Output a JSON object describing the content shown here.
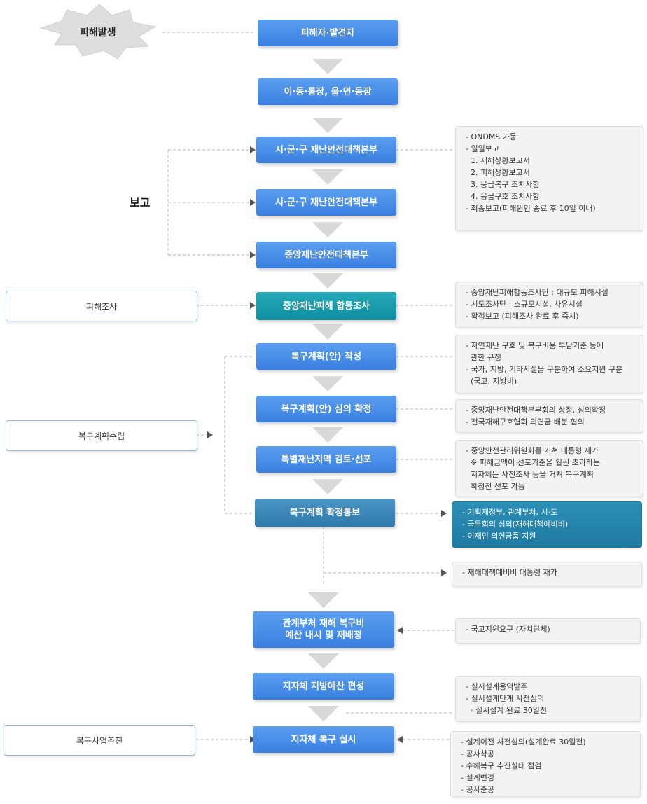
{
  "start": {
    "label": "피해발생"
  },
  "report_label": "보고",
  "steps": [
    {
      "id": "s1",
      "label": "피해자·발견자"
    },
    {
      "id": "s2",
      "label": "이·동·통장, 읍·면·동장"
    },
    {
      "id": "s3",
      "label": "시·군·구 재난안전대책본부"
    },
    {
      "id": "s4",
      "label": "시·군·구 재난안전대책본부"
    },
    {
      "id": "s5",
      "label": "중앙재난안전대책본부"
    },
    {
      "id": "s6",
      "label": "중앙재난피해 합동조사"
    },
    {
      "id": "s7",
      "label": "복구계획(안) 작성"
    },
    {
      "id": "s8",
      "label": "복구계획(안) 심의 확정"
    },
    {
      "id": "s9",
      "label": "특별재난지역 검토·선포"
    },
    {
      "id": "s10",
      "label": "복구계획 확정통보"
    },
    {
      "id": "s11",
      "label": "관계부처 재해 복구비\n예산 내시 및 재배정"
    },
    {
      "id": "s12",
      "label": "지자체 지방예산 편성"
    },
    {
      "id": "s13",
      "label": "지자체 복구 실시"
    }
  ],
  "side_boxes": [
    {
      "id": "survey",
      "label": "피해조사"
    },
    {
      "id": "plan",
      "label": "복구계획수립"
    },
    {
      "id": "project",
      "label": "복구사업추진"
    }
  ],
  "notes": [
    {
      "id": "n1",
      "lines": [
        "- ONDMS 가동",
        "- 일일보고",
        "  1. 재해상황보고서",
        "  2. 피해상황보고서",
        "  3. 응급복구 조치사항",
        "  4. 응급구호 조치사항",
        "- 최종보고(피해원인 종료 후 10일 이내)"
      ]
    },
    {
      "id": "n2",
      "lines": [
        "- 중앙재난피해합동조사단 : 대규모 피해시설",
        "- 시도조사단 : 소규모시설, 사유시설",
        "- 확정보고 (피해조사 완료 후 즉시)"
      ]
    },
    {
      "id": "n3",
      "lines": [
        "- 자연재난 구호 및 복구비용 부담기준 등에",
        "  관한 규정",
        "- 국가, 지방, 기타시설을 구분하여 소요지원 구분",
        "  (국고, 지방비)"
      ]
    },
    {
      "id": "n4",
      "lines": [
        "- 중앙재난안전대책본부회의 상정, 심의확정",
        "- 전국재해구호협회 의연금 배분 협의"
      ]
    },
    {
      "id": "n5",
      "lines": [
        "- 중앙안전관리위원회를 거쳐 대통령 재가",
        "  ※ 피해금액이 선포기준을 훨씬 초과하는",
        "  지자체는 사전조사 등을 거쳐 복구계획",
        "  확정전 선포 가능"
      ]
    },
    {
      "id": "n6",
      "lines": [
        "- 기획재정부, 관계부처, 시·도",
        "- 국무회의 심의(재해대책예비비)",
        "- 이재민 의연금품 지원"
      ]
    },
    {
      "id": "n7",
      "lines": [
        "- 재해대책예비비 대통령 재가"
      ]
    },
    {
      "id": "n8",
      "lines": [
        "- 국고지원요구 (자치단체)"
      ]
    },
    {
      "id": "n9",
      "lines": [
        "- 실시설계용역발주",
        "- 실시설계단계 사전심의",
        "  · 실시설계 완료 30일전"
      ]
    },
    {
      "id": "n10",
      "lines": [
        "- 설계이전 사전심의(설계완료 30일전)",
        "- 공사착공",
        "- 수해복구 추진실태 점검",
        "- 설계변경",
        "- 공사준공"
      ]
    }
  ]
}
